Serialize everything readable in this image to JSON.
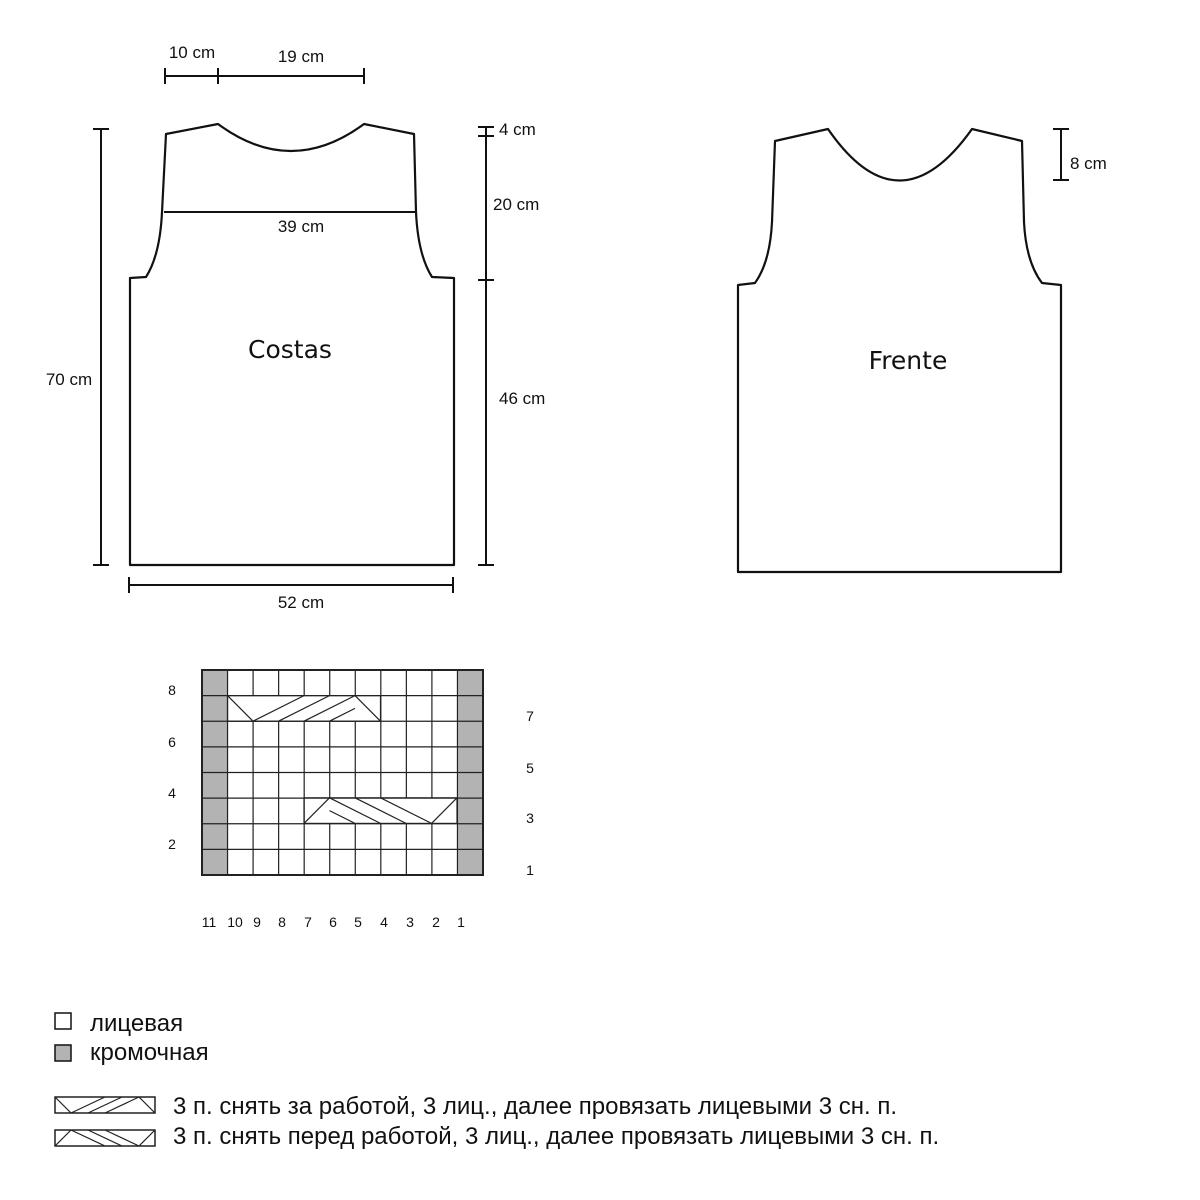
{
  "costas": {
    "title": "Costas",
    "dims": {
      "shoulder": "10 cm",
      "neck": "19 cm",
      "neck_depth": "4 cm",
      "armhole": "20 cm",
      "yoke_width": "39 cm",
      "side": "46 cm",
      "length": "70 cm",
      "width": "52 cm"
    }
  },
  "frente": {
    "title": "Frente",
    "dims": {
      "neck_depth": "8 cm"
    }
  },
  "chart": {
    "row_labels_left": [
      "8",
      "6",
      "4",
      "2"
    ],
    "row_labels_right": [
      "7",
      "5",
      "3",
      "1"
    ],
    "col_labels": [
      "11",
      "10",
      "9",
      "8",
      "7",
      "6",
      "5",
      "4",
      "3",
      "2",
      "1"
    ],
    "edge_color": "#b3b3b3"
  },
  "legend": {
    "knit": "лицевая",
    "edge": "кромочная",
    "cable_back": "3 п. снять за работой, 3 лиц., далее провязать лицевыми 3 сн. п.",
    "cable_front": "3 п. снять перед работой, 3 лиц., далее провязать лицевыми 3 сн. п."
  }
}
